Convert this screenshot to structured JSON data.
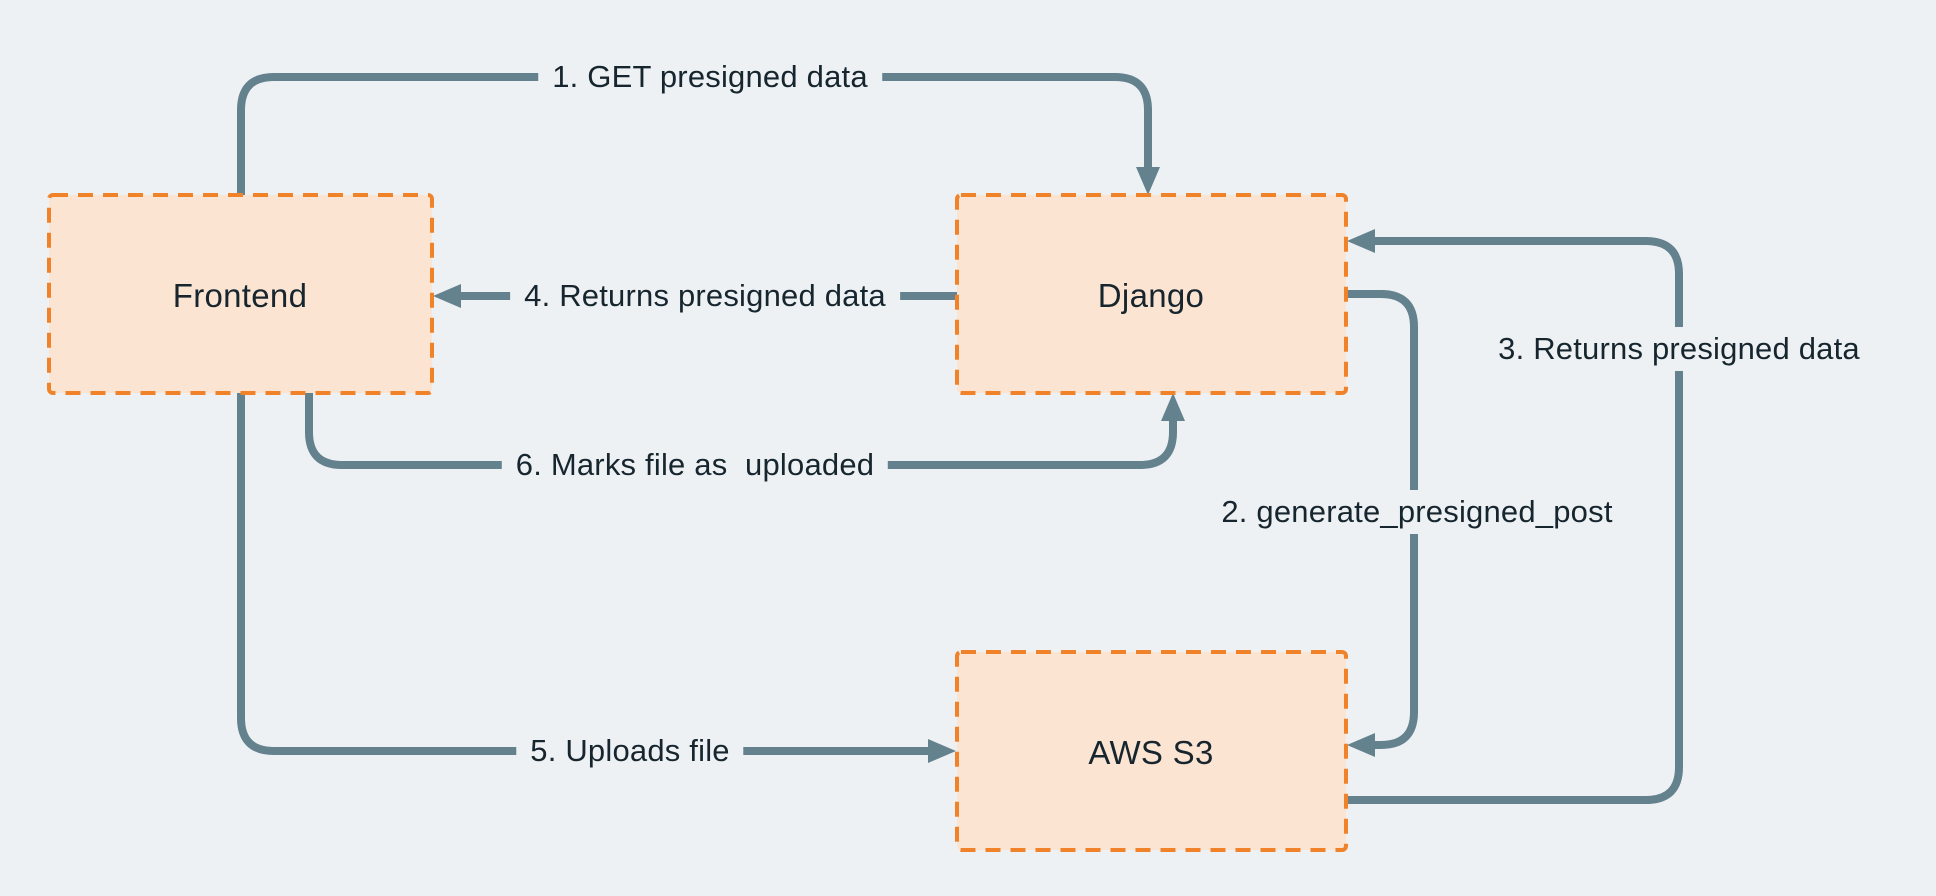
{
  "colors": {
    "page-bg": "#edf1f4",
    "node-fill": "#fce4d2",
    "node-border": "#f0822a",
    "arrow": "#64818e",
    "text": "#17262e"
  },
  "diagram": {
    "type": "flow-diagram",
    "nodes": [
      {
        "id": "frontend",
        "label": "Frontend"
      },
      {
        "id": "django",
        "label": "Django"
      },
      {
        "id": "aws-s3",
        "label": "AWS S3"
      }
    ],
    "arrows": [
      {
        "step": "1",
        "label": "1. GET presigned data",
        "from": "Frontend",
        "to": "Django"
      },
      {
        "step": "2",
        "label": "2. generate_presigned_post",
        "from": "Django",
        "to": "AWS S3"
      },
      {
        "step": "3",
        "label": "3. Returns presigned data",
        "from": "AWS S3",
        "to": "Django"
      },
      {
        "step": "4",
        "label": "4. Returns presigned data",
        "from": "Django",
        "to": "Frontend"
      },
      {
        "step": "5",
        "label": "5. Uploads file",
        "from": "Frontend",
        "to": "AWS S3"
      },
      {
        "step": "6",
        "label": "6. Marks file as  uploaded",
        "from": "Frontend",
        "to": "Django"
      }
    ]
  }
}
